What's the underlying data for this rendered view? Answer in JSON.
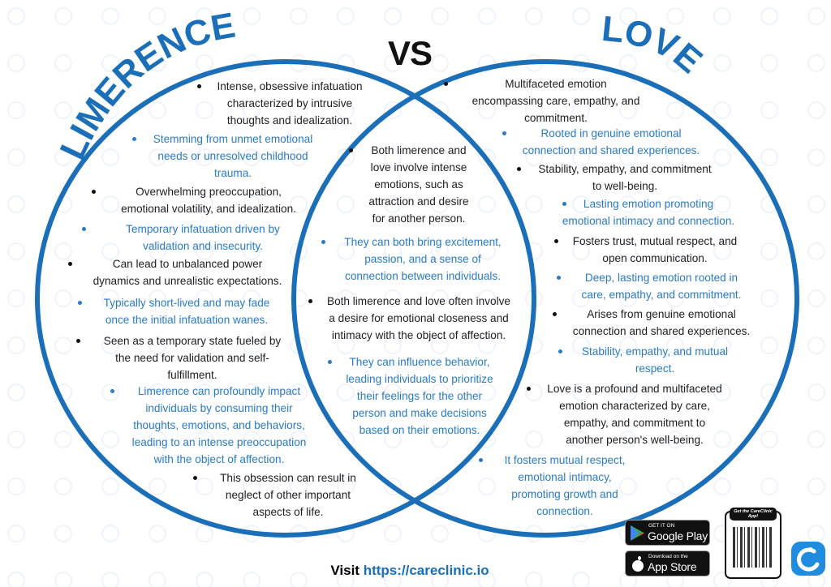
{
  "titles": {
    "left": "LIMERENCE",
    "vs": "VS",
    "right": "LOVE"
  },
  "colors": {
    "accent": "#1a6fb8",
    "blue_text": "#2a7bc4",
    "black_text": "#1e1e1e"
  },
  "limerence_items": [
    {
      "color": "black",
      "lines": [
        "Intense, obsessive infatuation",
        "characterized by intrusive",
        "thoughts and idealization."
      ]
    },
    {
      "color": "blue",
      "lines": [
        "Stemming from unmet emotional",
        "needs or unresolved childhood",
        "trauma."
      ]
    },
    {
      "color": "black",
      "lines": [
        "Overwhelming preoccupation,",
        "emotional volatility, and idealization."
      ]
    },
    {
      "color": "blue",
      "lines": [
        "Temporary infatuation driven by",
        "validation and insecurity."
      ]
    },
    {
      "color": "black",
      "lines": [
        "Can lead to unbalanced power",
        "dynamics and unrealistic expectations."
      ]
    },
    {
      "color": "blue",
      "lines": [
        "Typically short-lived and may fade",
        "once the initial infatuation wanes."
      ]
    },
    {
      "color": "black",
      "lines": [
        "Seen as a temporary state fueled by",
        "the need for validation and self-",
        "fulfillment."
      ]
    },
    {
      "color": "blue",
      "lines": [
        "Limerence can profoundly impact",
        "individuals by consuming their",
        "thoughts, emotions, and behaviors,",
        "leading to an intense preoccupation",
        "with the object of affection."
      ]
    },
    {
      "color": "black",
      "lines": [
        "This obsession can result in",
        "neglect of other important",
        "aspects of life."
      ]
    }
  ],
  "shared_items": [
    {
      "color": "black",
      "lines": [
        "Both limerence and",
        "love involve intense",
        "emotions, such as",
        "attraction and desire",
        "for another person."
      ]
    },
    {
      "color": "blue",
      "lines": [
        "They can both bring excitement,",
        "passion, and a sense of",
        "connection between individuals."
      ]
    },
    {
      "color": "black",
      "lines": [
        "Both limerence and love often involve",
        "a desire for emotional closeness and",
        "intimacy with the object of affection."
      ]
    },
    {
      "color": "blue",
      "lines": [
        "They can influence behavior,",
        "leading individuals to prioritize",
        "their feelings for the other",
        "person and make decisions",
        "based on their emotions."
      ]
    }
  ],
  "love_items": [
    {
      "color": "black",
      "lines": [
        "Multifaceted emotion",
        "encompassing care, empathy, and",
        "commitment."
      ]
    },
    {
      "color": "blue",
      "lines": [
        "Rooted in genuine emotional",
        "connection and shared experiences."
      ]
    },
    {
      "color": "black",
      "lines": [
        "Stability, empathy, and commitment",
        "to well-being."
      ]
    },
    {
      "color": "blue",
      "lines": [
        "Lasting emotion promoting",
        "emotional intimacy and connection."
      ]
    },
    {
      "color": "black",
      "lines": [
        "Fosters trust, mutual respect, and",
        "open communication."
      ]
    },
    {
      "color": "blue",
      "lines": [
        "Deep, lasting emotion rooted in",
        "care, empathy, and commitment."
      ]
    },
    {
      "color": "black",
      "lines": [
        "Arises from genuine emotional",
        "connection and shared experiences."
      ]
    },
    {
      "color": "blue",
      "lines": [
        "Stability, empathy, and mutual",
        "respect."
      ]
    },
    {
      "color": "black",
      "lines": [
        "Love is a profound and multifaceted",
        "emotion characterized by care,",
        "empathy, and commitment to",
        "another person's well-being."
      ]
    },
    {
      "color": "blue",
      "lines": [
        "It fosters mutual respect,",
        "emotional intimacy,",
        "promoting growth and",
        "connection."
      ]
    }
  ],
  "footer": {
    "visit": "Visit",
    "url": "https://careclinic.io"
  },
  "badges": {
    "google_play": {
      "small": "GET IT ON",
      "big": "Google Play"
    },
    "app_store": {
      "small": "Download on the",
      "big": "App Store"
    },
    "qr_caption": "Get the CareClinic App!"
  }
}
